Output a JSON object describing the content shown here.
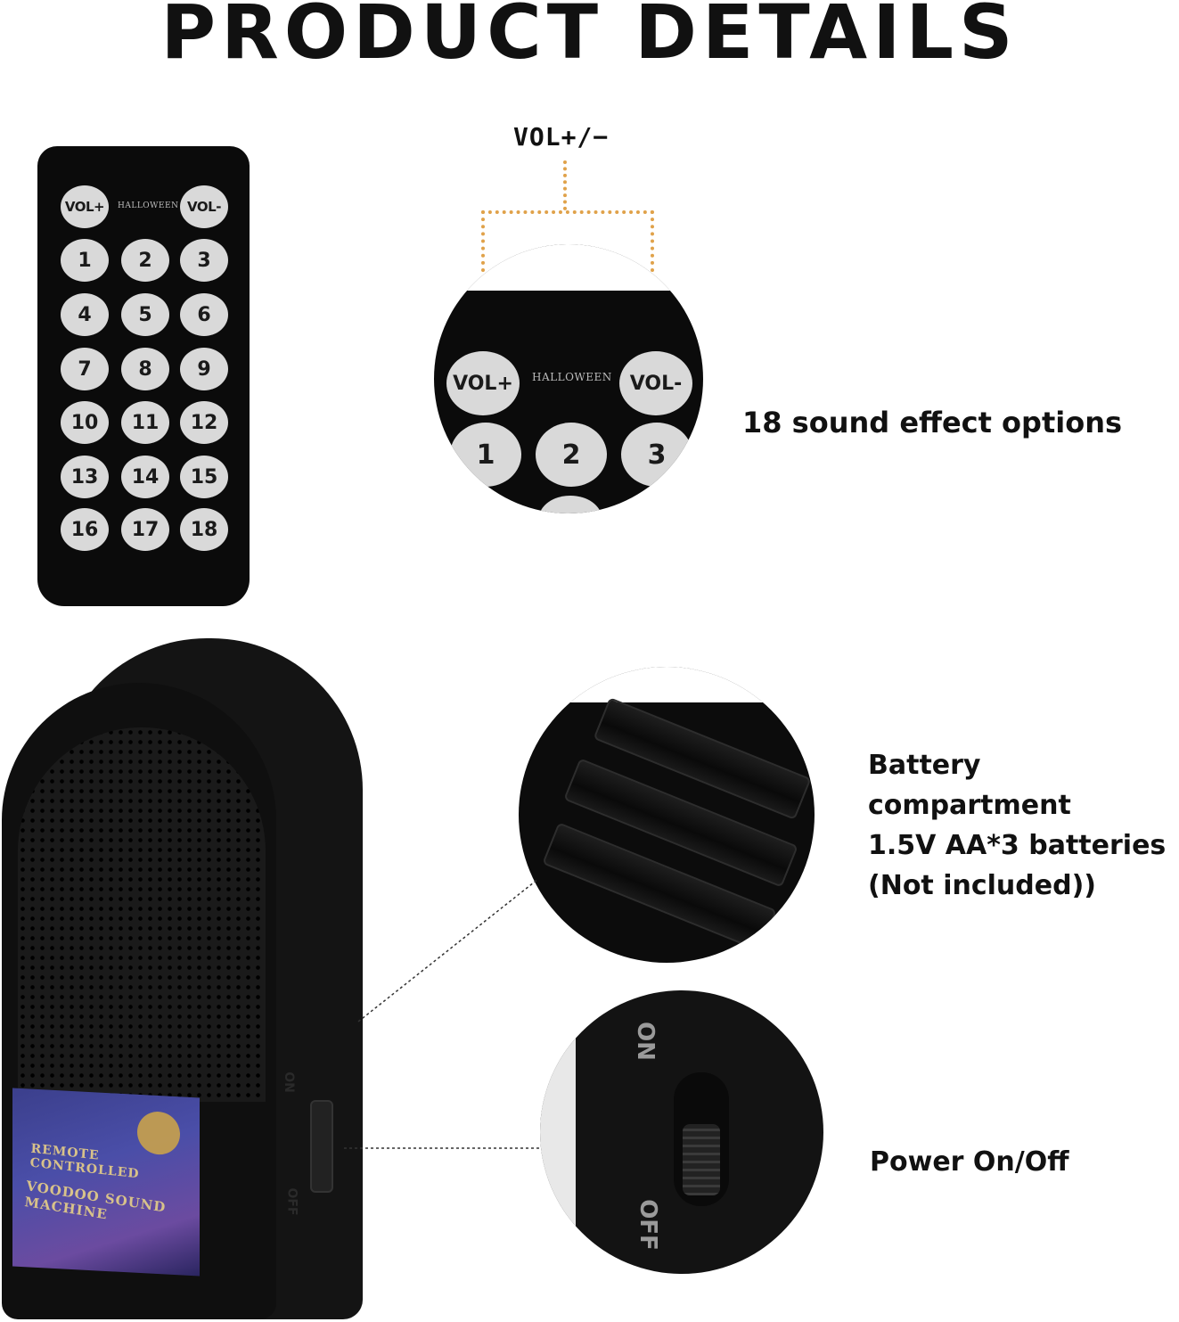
{
  "title": "PRODUCT DETAILS",
  "callouts": {
    "volume": "VOL+/−",
    "sound_effects": "18 sound effect options",
    "battery_line1": "Battery compartment",
    "battery_line2": "1.5V AA*3 batteries",
    "battery_line3": "(Not included))",
    "power": "Power On/Off"
  },
  "remote": {
    "vol_plus": "VOL+",
    "vol_minus": "VOL-",
    "brand": "HALLOWEEN",
    "buttons": [
      "1",
      "2",
      "3",
      "4",
      "5",
      "6",
      "7",
      "8",
      "9",
      "10",
      "11",
      "12",
      "13",
      "14",
      "15",
      "16",
      "17",
      "18"
    ]
  },
  "zoom": {
    "vol_plus": "VOL+",
    "vol_minus": "VOL-",
    "brand": "HALLOWEEN",
    "buttons": [
      "1",
      "2",
      "3"
    ]
  },
  "device": {
    "switch_on": "ON",
    "switch_off": "OFF",
    "label_line1": "REMOTE CONTROLLED",
    "label_line2": "VOODOO SOUND MACHINE"
  },
  "power_zoom": {
    "on": "ON",
    "off": "OFF"
  },
  "colors": {
    "accent_dotted": "#e0a24a",
    "button_gray": "#d9d9d9",
    "device_black": "#0f0f0f"
  }
}
